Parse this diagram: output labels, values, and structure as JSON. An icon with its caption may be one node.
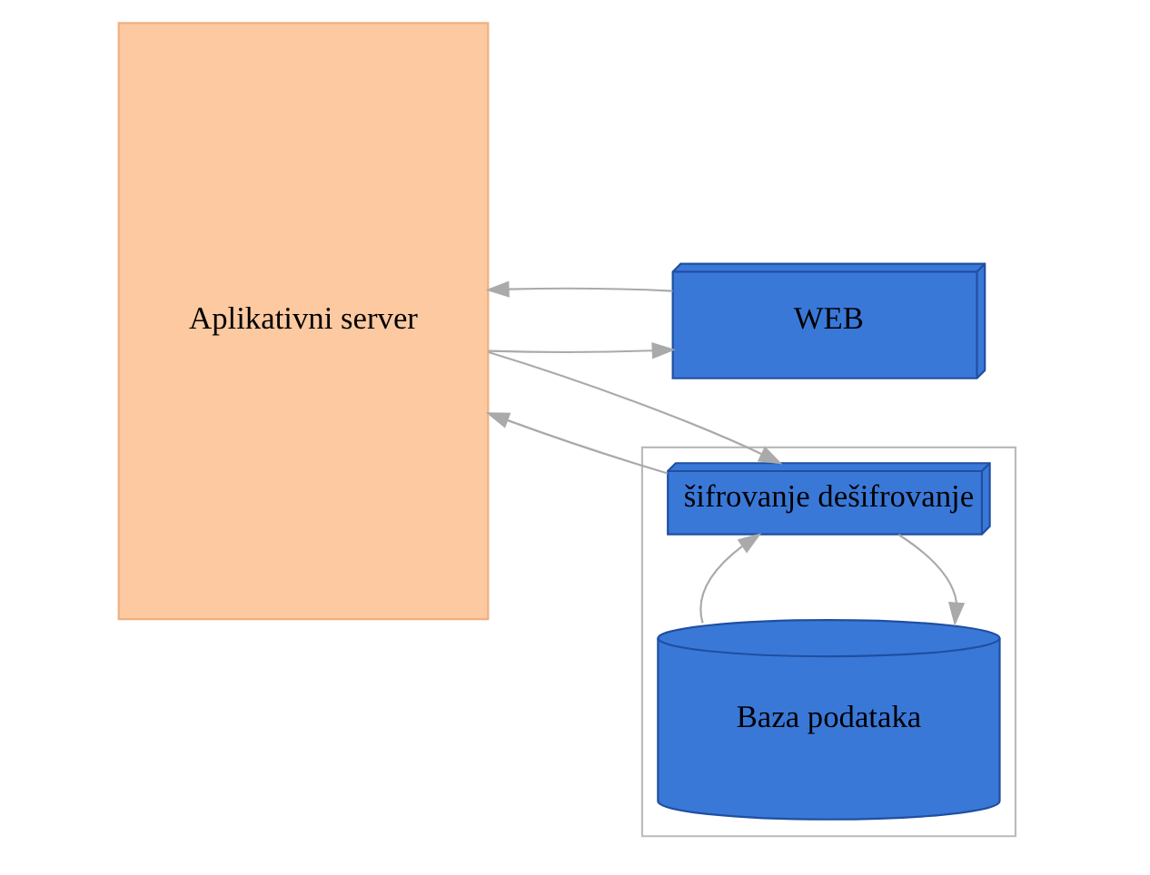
{
  "diagram": {
    "nodes": [
      {
        "text": [
          "Aplikativni server"
        ]
      },
      {
        "text": [
          "WEB"
        ]
      },
      {
        "text": [],
        "shape": "box"
      },
      {
        "text": [
          "šifrovanje dešifrovanje"
        ],
        "in": 2
      },
      {
        "text": [
          "Baza podataka"
        ],
        "in": 2
      }
    ],
    "edges": [
      {
        "from": 0,
        "to": 1,
        "arrow": "to"
      },
      {
        "from": 1,
        "to": 0,
        "arrow": "to"
      },
      {
        "from": 3,
        "to": 0,
        "arrow": "to"
      },
      {
        "from": 0,
        "to": 3,
        "arrow": "to"
      },
      {
        "from": 3,
        "to": 4,
        "arrow": "to"
      },
      {
        "from": 4,
        "to": 3,
        "arrow": "to"
      }
    ]
  }
}
